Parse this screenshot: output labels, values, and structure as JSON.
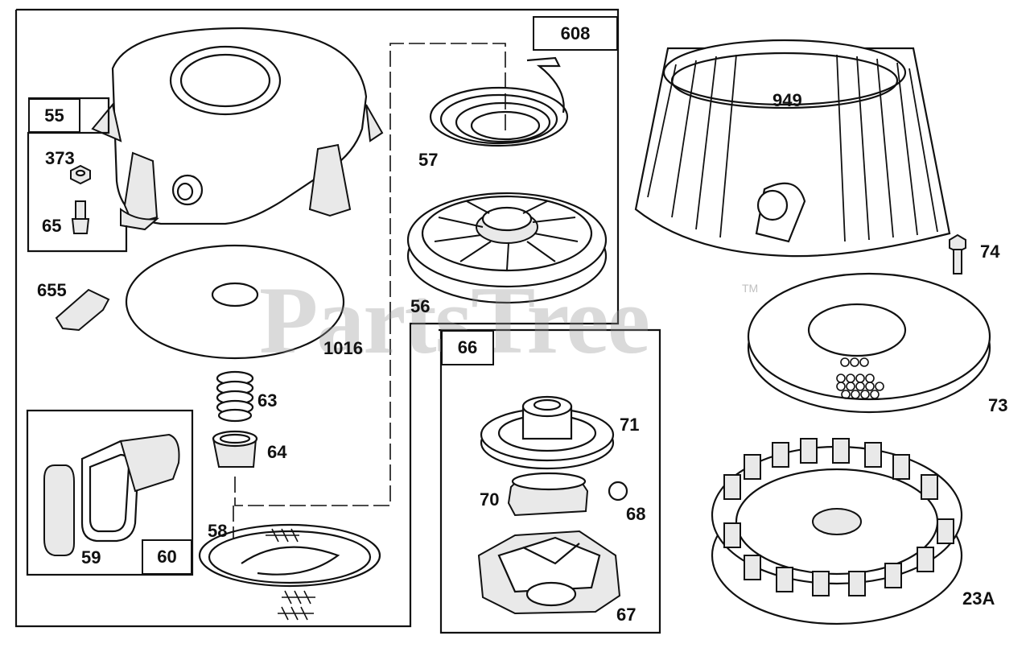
{
  "watermark": {
    "text": "PartsTree",
    "trademark": "TM"
  },
  "group_boxes": {
    "g55": "55",
    "g608": "608",
    "g66": "66",
    "g60": "60"
  },
  "parts": {
    "p373": "373",
    "p65": "65",
    "p655": "655",
    "p1016": "1016",
    "p63": "63",
    "p64": "64",
    "p58": "58",
    "p59": "59",
    "p57": "57",
    "p56": "56",
    "p71": "71",
    "p70": "70",
    "p68": "68",
    "p67": "67",
    "p949": "949",
    "p74": "74",
    "p73": "73",
    "p23A": "23A"
  }
}
